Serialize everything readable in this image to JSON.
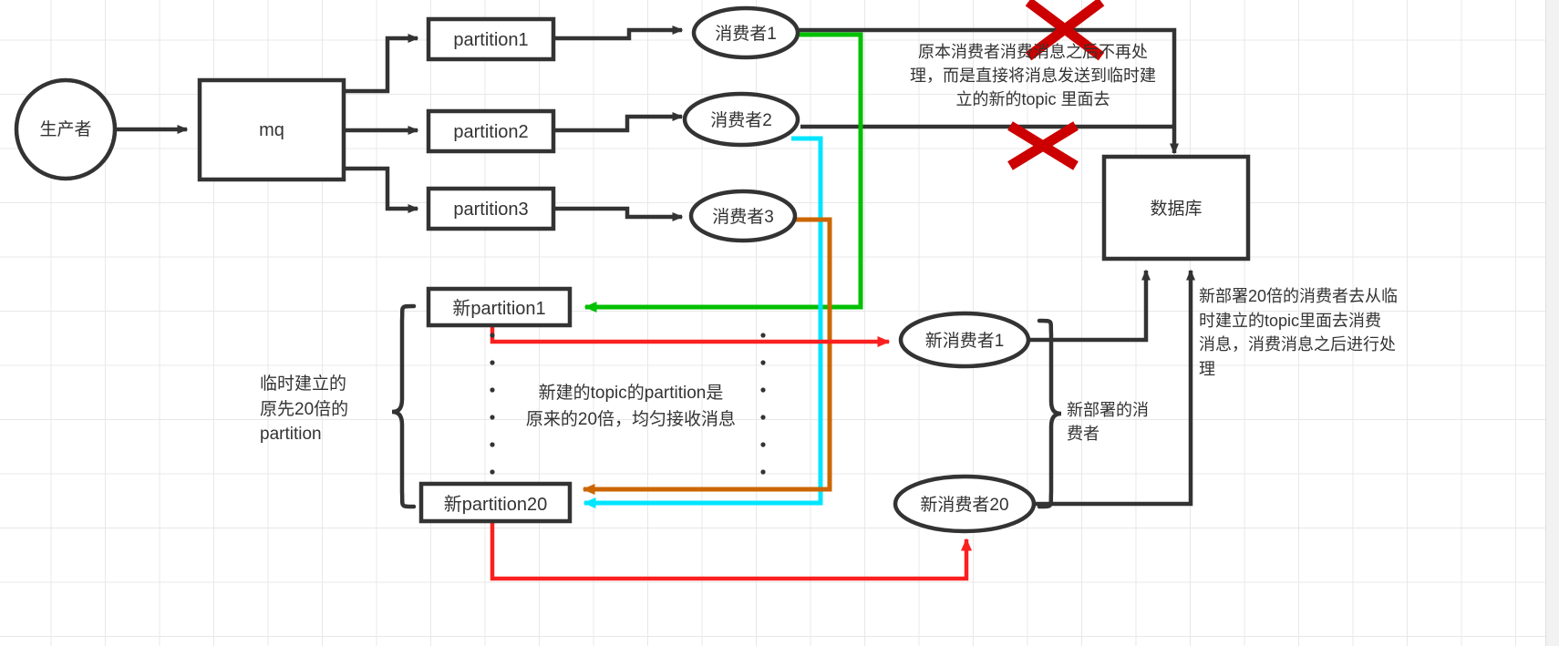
{
  "diagram": {
    "title": "MQ backlog recovery topology",
    "colors": {
      "stroke": "#333333",
      "text": "#333333",
      "grid": "#e8e8e8",
      "red_x": "#cc0000",
      "green": "#00c000",
      "cyan": "#00e5ff",
      "orange": "#cc6600",
      "red_arrow": "#fb2020",
      "background": "#ffffff"
    },
    "nodes": {
      "producer": {
        "label": "生产者",
        "shape": "circle"
      },
      "mq": {
        "label": "mq",
        "shape": "rect"
      },
      "partitions": [
        {
          "label": "partition1",
          "shape": "rect"
        },
        {
          "label": "partition2",
          "shape": "rect"
        },
        {
          "label": "partition3",
          "shape": "rect"
        }
      ],
      "consumers": [
        {
          "label": "消费者1",
          "shape": "ellipse"
        },
        {
          "label": "消费者2",
          "shape": "ellipse"
        },
        {
          "label": "消费者3",
          "shape": "ellipse"
        }
      ],
      "database": {
        "label": "数据库",
        "shape": "rect"
      },
      "new_partitions": [
        {
          "label": "新partition1",
          "shape": "rect"
        },
        {
          "label": "新partition20",
          "shape": "rect"
        }
      ],
      "new_consumers": [
        {
          "label": "新消费者1",
          "shape": "ellipse"
        },
        {
          "label": "新消费者20",
          "shape": "ellipse"
        }
      ]
    },
    "annotations": {
      "top_note": "原本消费者消费消息之后不再处\n理，而是直接将消息发送到临时建\n立的新的topic 里面去",
      "right_note": "新部署20倍的消费者去从临\n时建立的topic里面去消费\n消息，消费消息之后进行处\n理",
      "left_brace_note": "临时建立的\n原先20倍的\npartition",
      "center_note": "新建的topic的partition是\n原来的20倍，均匀接收消息",
      "right_brace_note": "新部署的消\n费者"
    },
    "markers": {
      "cross_top": "red-cross",
      "cross_bottom": "red-cross",
      "vertical_ellipsis": "⋮"
    }
  }
}
